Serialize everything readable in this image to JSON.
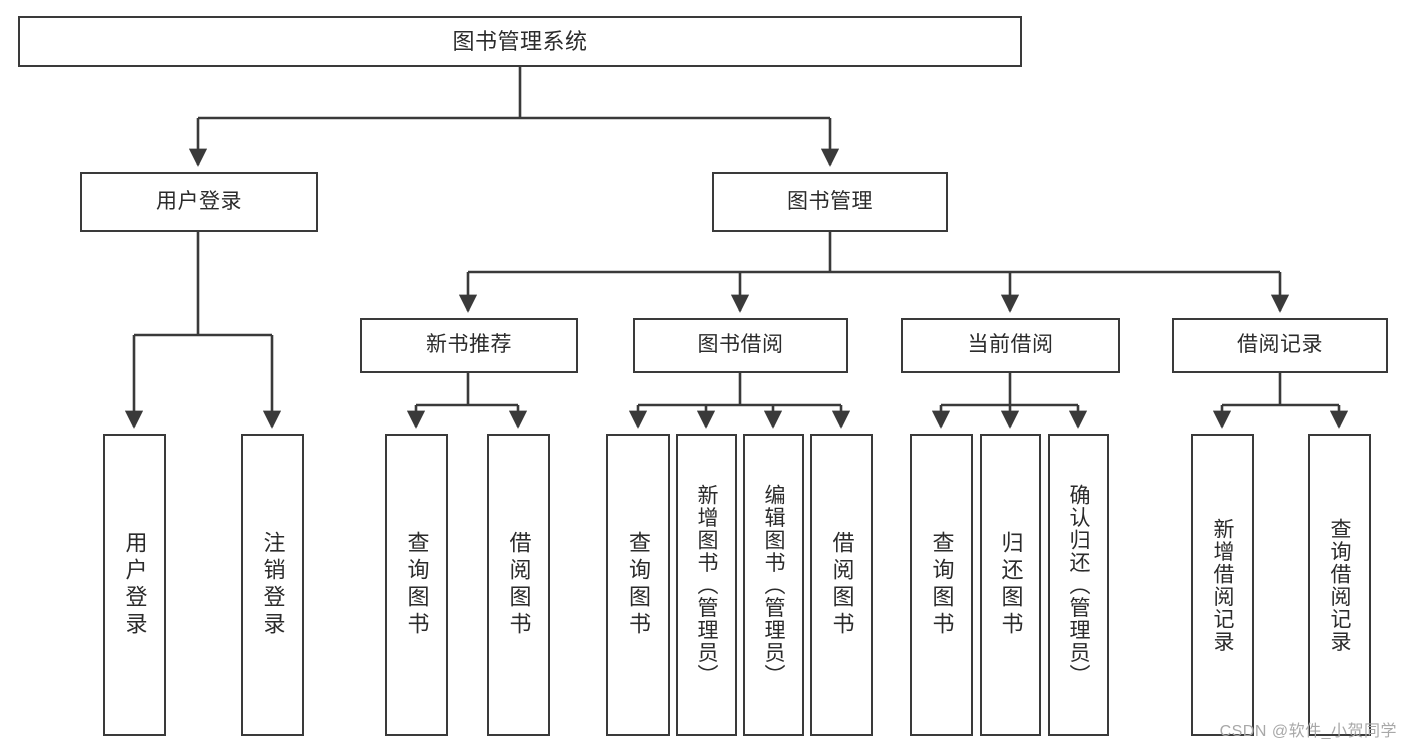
{
  "diagram": {
    "title": "图书管理系统",
    "type": "tree-hierarchy",
    "root": {
      "id": "root",
      "label": "图书管理系统"
    },
    "level1": [
      {
        "id": "user-login",
        "label": "用户登录"
      },
      {
        "id": "book-manage",
        "label": "图书管理"
      }
    ],
    "level2": [
      {
        "id": "new-book-rec",
        "label": "新书推荐",
        "parent": "book-manage"
      },
      {
        "id": "book-borrow",
        "label": "图书借阅",
        "parent": "book-manage"
      },
      {
        "id": "current-borrow",
        "label": "当前借阅",
        "parent": "book-manage"
      },
      {
        "id": "borrow-record",
        "label": "借阅记录",
        "parent": "book-manage"
      }
    ],
    "leaves": {
      "user-login": [
        {
          "id": "leaf-user-login",
          "label": "用户登录"
        },
        {
          "id": "leaf-logout",
          "label": "注销登录"
        }
      ],
      "new-book-rec": [
        {
          "id": "leaf-query-book-1",
          "label": "查询图书"
        },
        {
          "id": "leaf-borrow-book-1",
          "label": "借阅图书"
        }
      ],
      "book-borrow": [
        {
          "id": "leaf-query-book-2",
          "label": "查询图书"
        },
        {
          "id": "leaf-add-book",
          "label": "新增图书（管理员）"
        },
        {
          "id": "leaf-edit-book",
          "label": "编辑图书（管理员）"
        },
        {
          "id": "leaf-borrow-book-2",
          "label": "借阅图书"
        }
      ],
      "current-borrow": [
        {
          "id": "leaf-query-book-3",
          "label": "查询图书"
        },
        {
          "id": "leaf-return-book",
          "label": "归还图书"
        },
        {
          "id": "leaf-confirm-return",
          "label": "确认归还（管理员）"
        }
      ],
      "borrow-record": [
        {
          "id": "leaf-add-record",
          "label": "新增借阅记录"
        },
        {
          "id": "leaf-query-record",
          "label": "查询借阅记录"
        }
      ]
    }
  },
  "watermark": {
    "text": "CSDN @软件_小贺同学"
  },
  "colors": {
    "box_border": "#3a3a3a",
    "box_fill": "#ffffff",
    "edge": "#3a3a3a",
    "text": "#2b2b2b",
    "watermark": "#a8a8a8",
    "background": "#ffffff"
  }
}
